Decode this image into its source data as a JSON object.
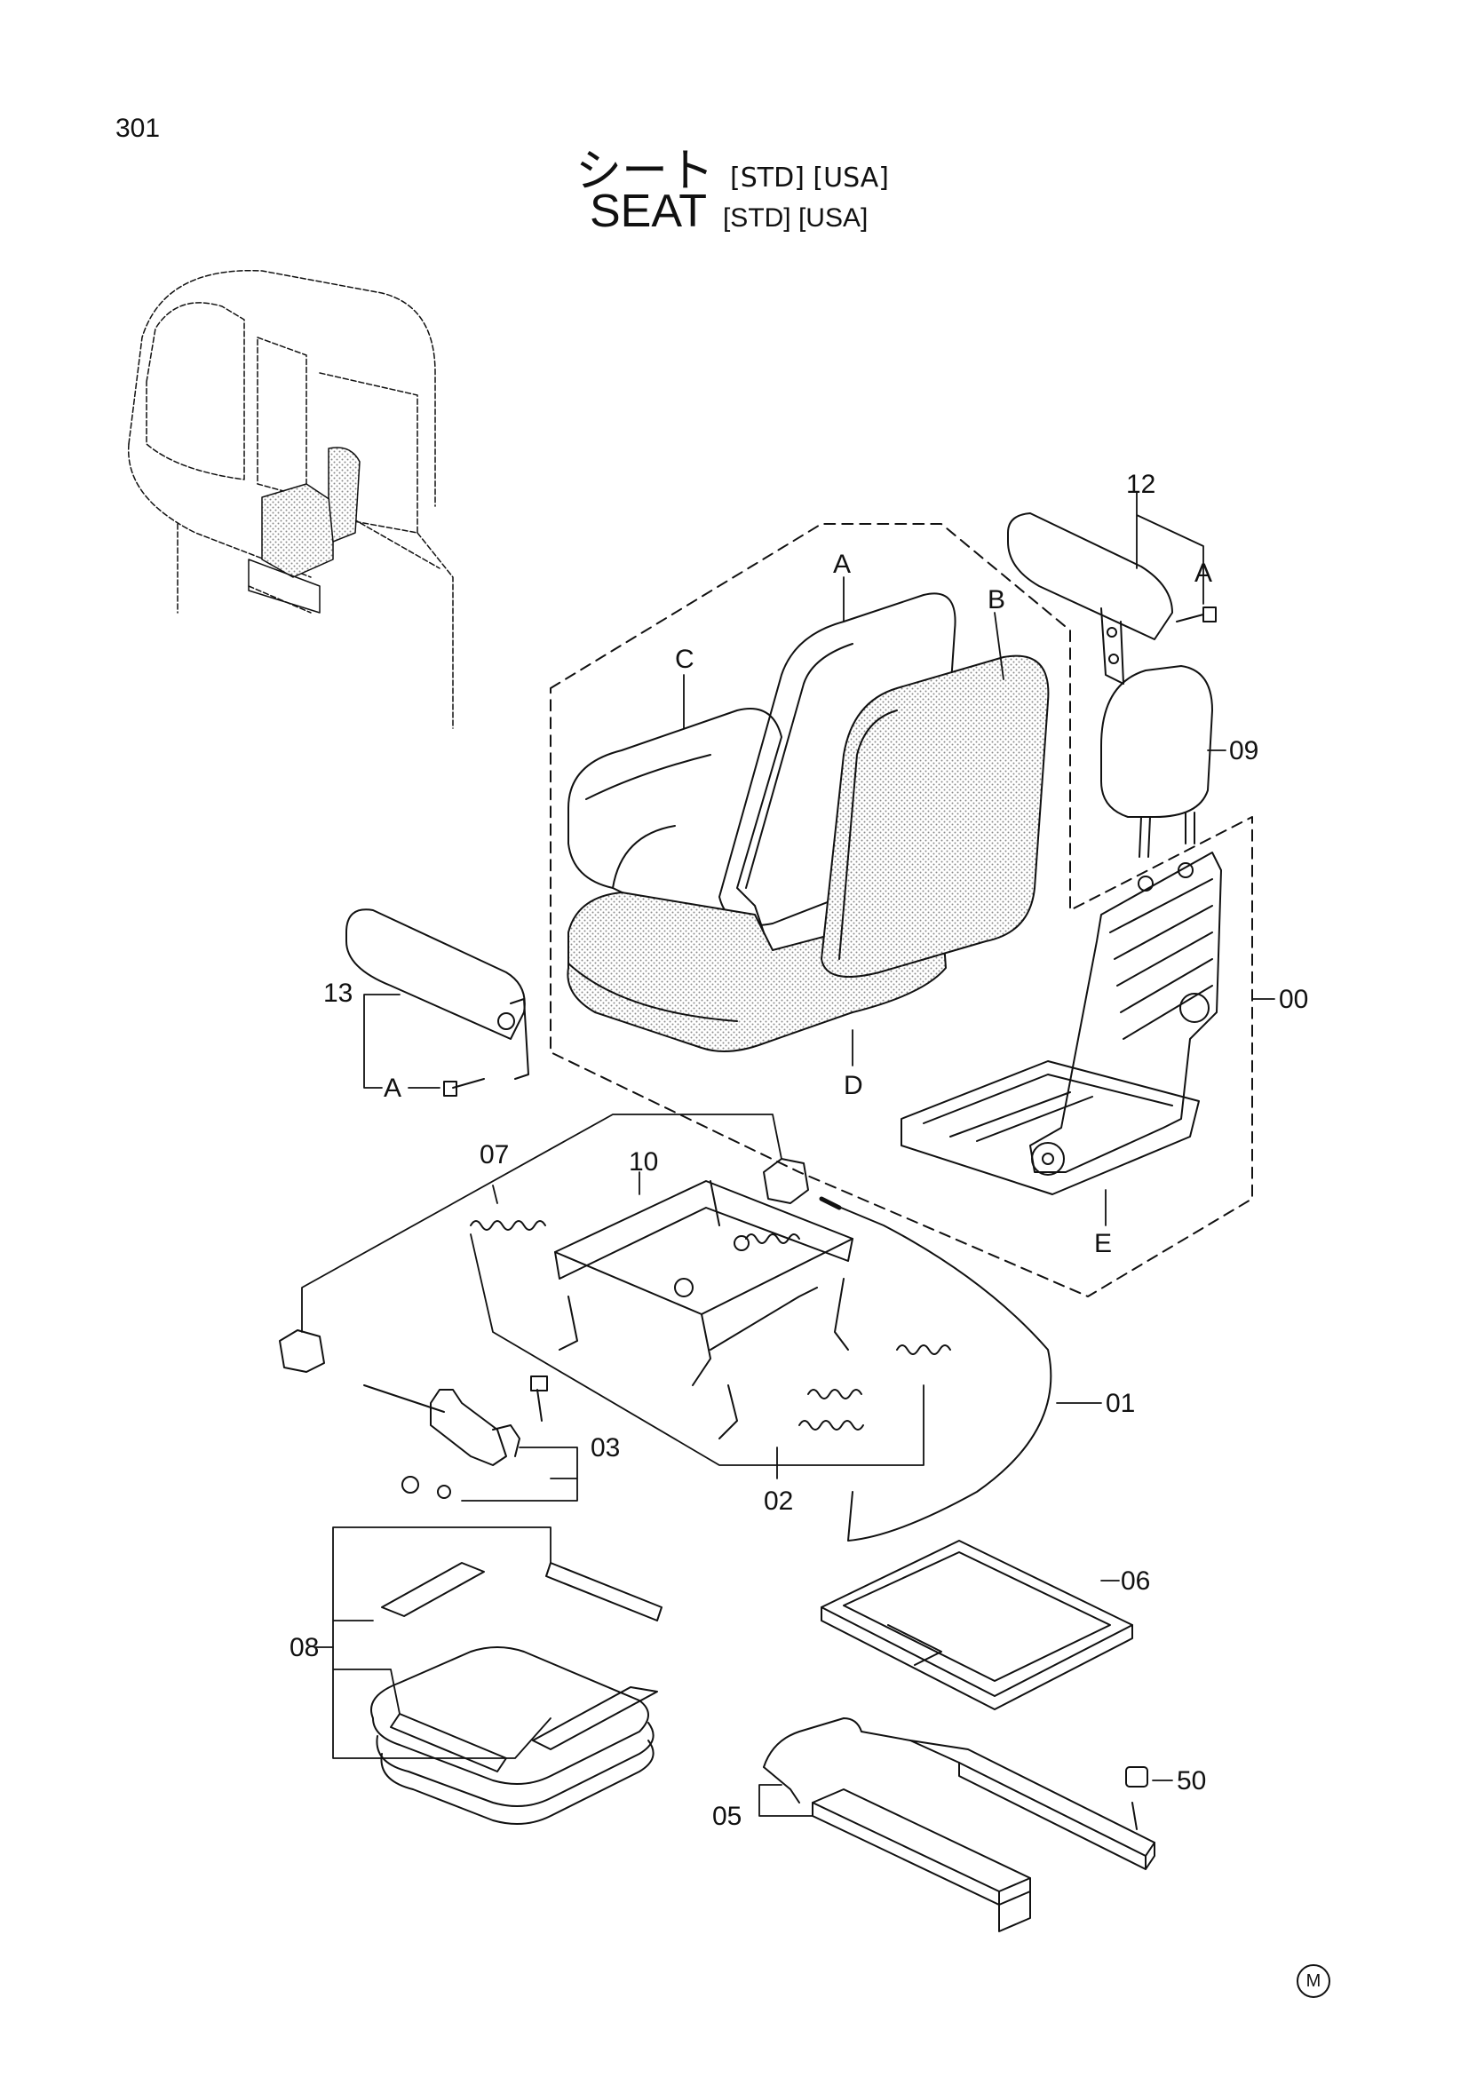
{
  "page_number": "301",
  "title": {
    "jp": "シート",
    "jp_suffix": "[STD] [USA]",
    "en": "SEAT",
    "en_suffix": "[STD] [USA]"
  },
  "callouts": [
    {
      "id": "c-12",
      "label": "12"
    },
    {
      "id": "c-A1",
      "label": "A"
    },
    {
      "id": "c-A2",
      "label": "A"
    },
    {
      "id": "c-B",
      "label": "B"
    },
    {
      "id": "c-C",
      "label": "C"
    },
    {
      "id": "c-09",
      "label": "09"
    },
    {
      "id": "c-13",
      "label": "13"
    },
    {
      "id": "c-A3",
      "label": "A"
    },
    {
      "id": "c-00",
      "label": "00"
    },
    {
      "id": "c-D",
      "label": "D"
    },
    {
      "id": "c-07",
      "label": "07"
    },
    {
      "id": "c-10",
      "label": "10"
    },
    {
      "id": "c-E",
      "label": "E"
    },
    {
      "id": "c-01",
      "label": "01"
    },
    {
      "id": "c-03",
      "label": "03"
    },
    {
      "id": "c-02",
      "label": "02"
    },
    {
      "id": "c-06",
      "label": "06"
    },
    {
      "id": "c-08",
      "label": "08"
    },
    {
      "id": "c-50",
      "label": "50"
    },
    {
      "id": "c-05",
      "label": "05"
    }
  ],
  "footer_mark": "M",
  "colors": {
    "ink": "#111111",
    "shade": "#cfcfcf"
  }
}
